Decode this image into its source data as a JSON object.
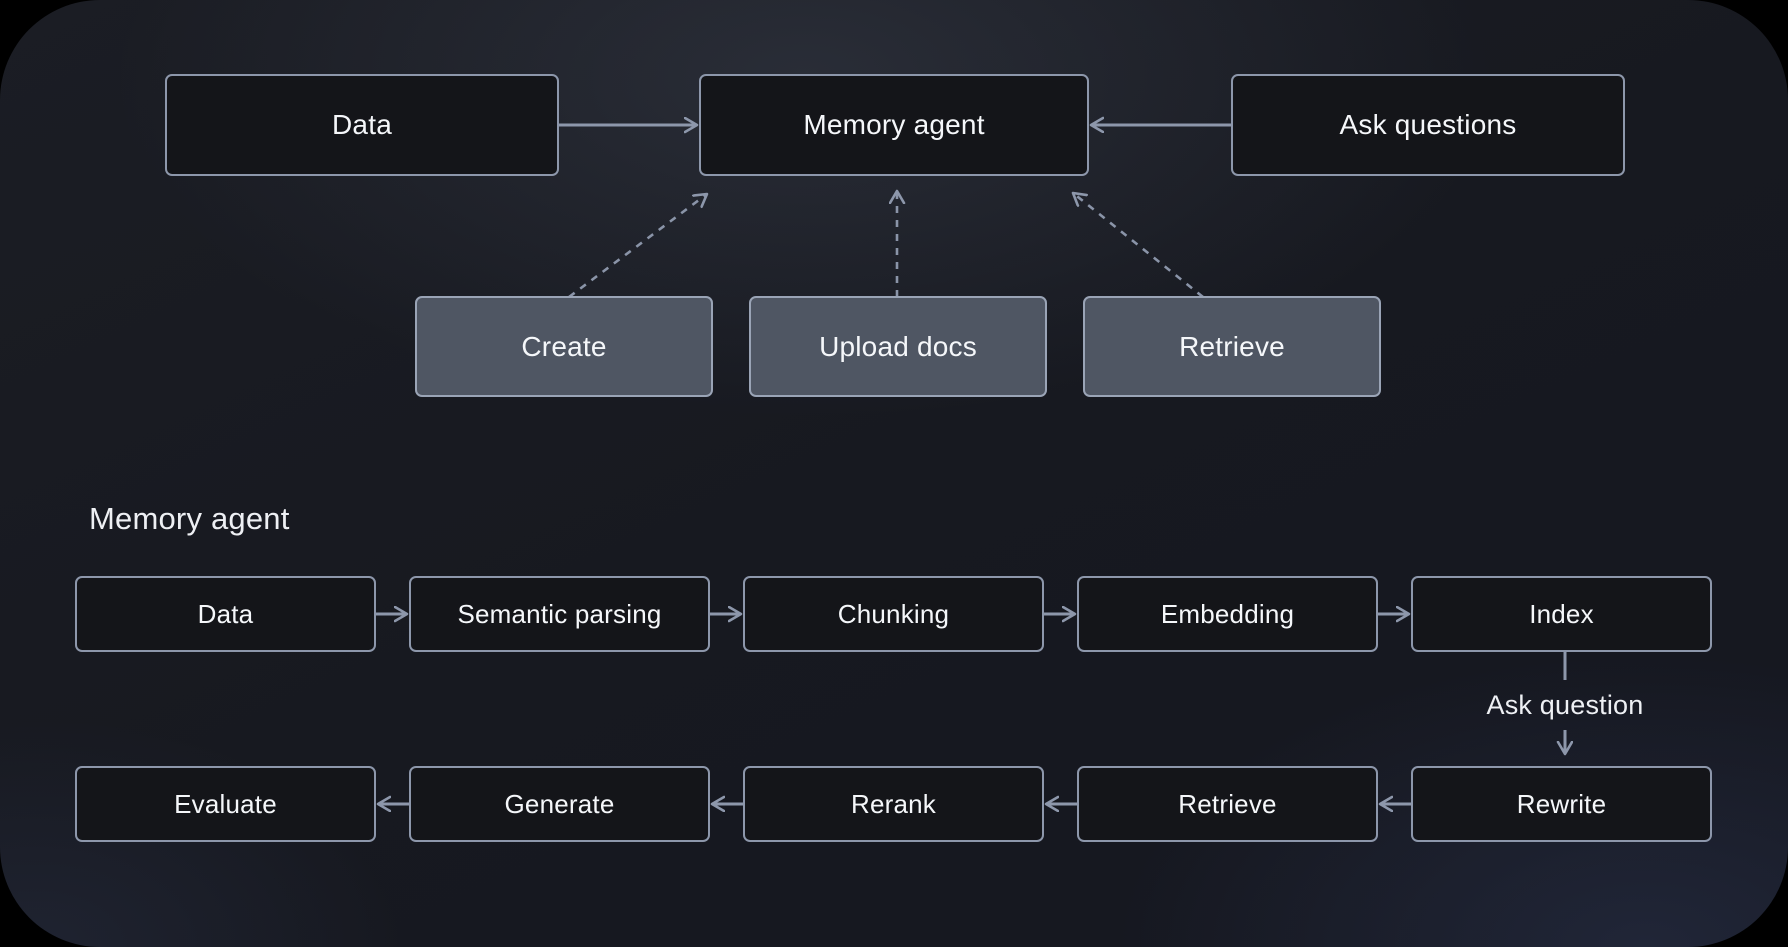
{
  "overview": {
    "data": "Data",
    "memory_agent": "Memory agent",
    "ask_questions": "Ask questions",
    "create": "Create",
    "upload_docs": "Upload docs",
    "retrieve": "Retrieve"
  },
  "pipeline": {
    "heading": "Memory agent",
    "ingest_row": [
      "Data",
      "Semantic parsing",
      "Chunking",
      "Embedding",
      "Index"
    ],
    "ask_question": "Ask question",
    "answer_row": [
      "Evaluate",
      "Generate",
      "Rerank",
      "Retrieve",
      "Rewrite"
    ]
  },
  "colors": {
    "outer_background": "#000000",
    "panel_background": "#171920",
    "node_fill": "#141519",
    "node_border": "#8d97ab",
    "action_fill": "#4f5663",
    "action_border": "#9aa4b6",
    "arrow": "#8d97ab",
    "text": "#f5f7fa"
  }
}
